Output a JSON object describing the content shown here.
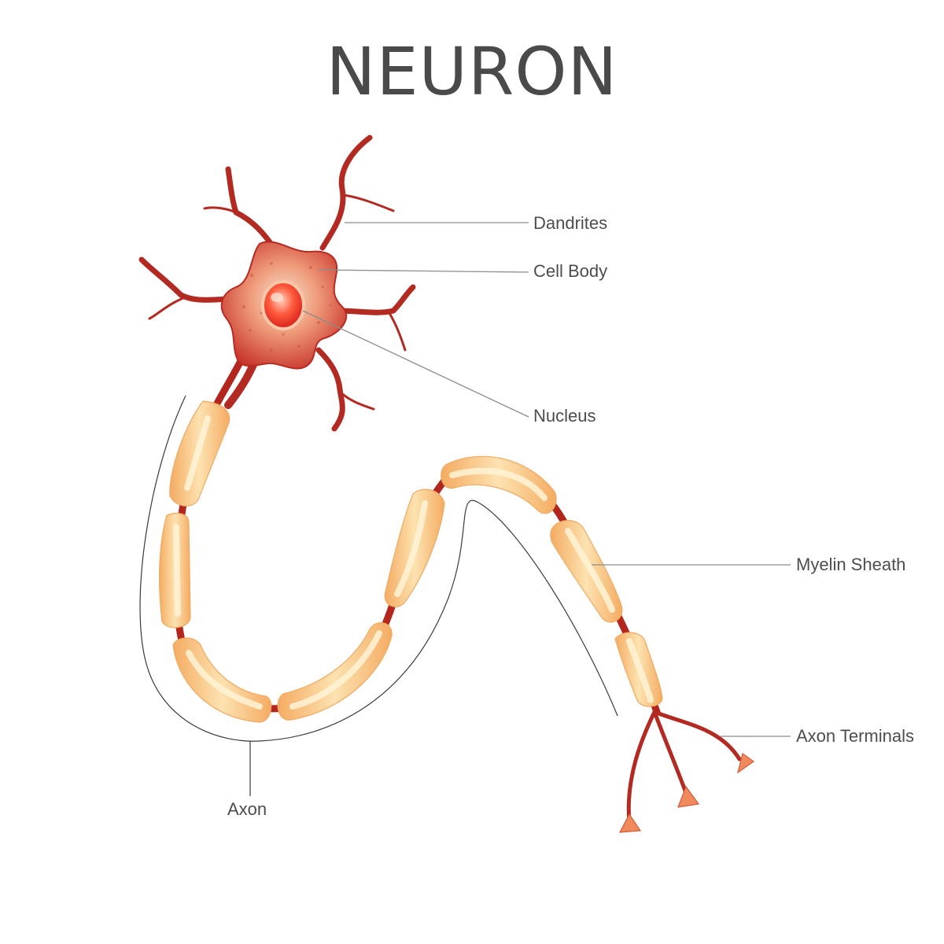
{
  "title": "NEURON",
  "labels": {
    "dendrites": "Dandrites",
    "cell_body": "Cell Body",
    "nucleus": "Nucleus",
    "myelin_sheath": "Myelin Sheath",
    "axon_terminals": "Axon Terminals",
    "axon": "Axon"
  },
  "colors": {
    "axon": "#b3261e",
    "myelin_light": "#fde6b8",
    "myelin_dark": "#f6b56e",
    "cell_body": "#cf3b2c",
    "nucleus": "#f03a2a",
    "text": "#4d4d4d"
  }
}
